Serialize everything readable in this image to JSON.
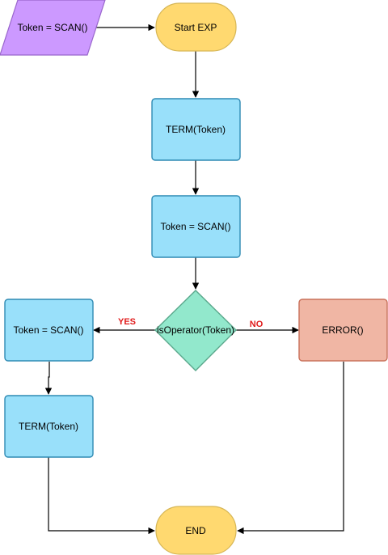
{
  "nodes": {
    "scan_input": {
      "label": "Token = SCAN()",
      "fill": "#cc99ff",
      "stroke": "#9966cc"
    },
    "start": {
      "label": "Start EXP",
      "fill": "#ffd970",
      "stroke": "#d6b656"
    },
    "term_main": {
      "label": "TERM(Token)",
      "fill": "#99e0fa",
      "stroke": "#2f8ab3"
    },
    "scan_main": {
      "label": "Token = SCAN()",
      "fill": "#99e0fa",
      "stroke": "#2f8ab3"
    },
    "decision": {
      "label": "isOperator(Token)",
      "fill": "#92e8cc",
      "stroke": "#5aa88c"
    },
    "scan_left": {
      "label": "Token = SCAN()",
      "fill": "#99e0fa",
      "stroke": "#2f8ab3"
    },
    "term_left": {
      "label": "TERM(Token)",
      "fill": "#99e0fa",
      "stroke": "#2f8ab3"
    },
    "error": {
      "label": "ERROR()",
      "fill": "#f0b6a4",
      "stroke": "#c9705a"
    },
    "end": {
      "label": "END",
      "fill": "#ffd970",
      "stroke": "#d6b656"
    }
  },
  "edges": {
    "yes_label": "YES",
    "no_label": "NO",
    "label_color": "#e01b1b"
  }
}
